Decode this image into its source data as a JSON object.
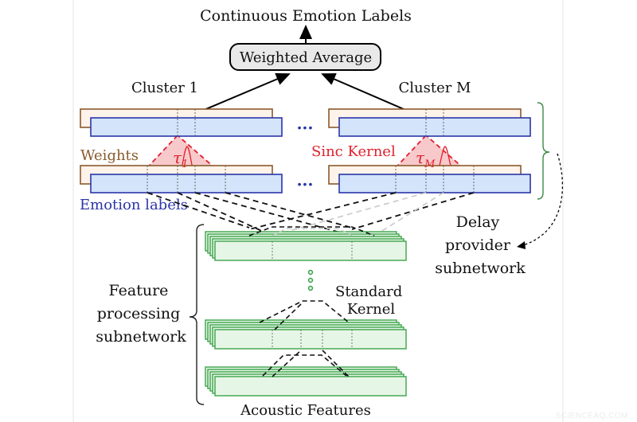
{
  "title": "Continuous Emotion Labels",
  "weighted_average": "Weighted Average",
  "cluster_left": "Cluster 1",
  "cluster_right": "Cluster M",
  "ellipsis": "•••",
  "weights_label": "Weights",
  "sinc_kernel_label": "Sinc Kernel",
  "emotion_labels": "Emotion labels",
  "tau_left": {
    "base": "τ",
    "sub": "1"
  },
  "tau_right": {
    "base": "τ",
    "sub": "M"
  },
  "delay_provider": [
    "Delay",
    "provider",
    "subnetwork"
  ],
  "feature_processing": [
    "Feature",
    "processing",
    "subnetwork"
  ],
  "standard_kernel": [
    "Standard",
    "Kernel"
  ],
  "acoustic_features": "Acoustic Features",
  "watermark": "SCIENCEAQ.COM",
  "colors": {
    "weights": "#8b5a2b",
    "weights_fill": "#fdf3ea",
    "emotion": "#2b35a8",
    "emotion_fill": "#d3e4fb",
    "sinc": "#e0202e",
    "sinc_fill": "#f8c9cb",
    "feature": "#3ba34a",
    "feature_fill": "#e6f6e6",
    "bracket": "#3f8a4a",
    "box_fill": "#e9e9e9"
  }
}
